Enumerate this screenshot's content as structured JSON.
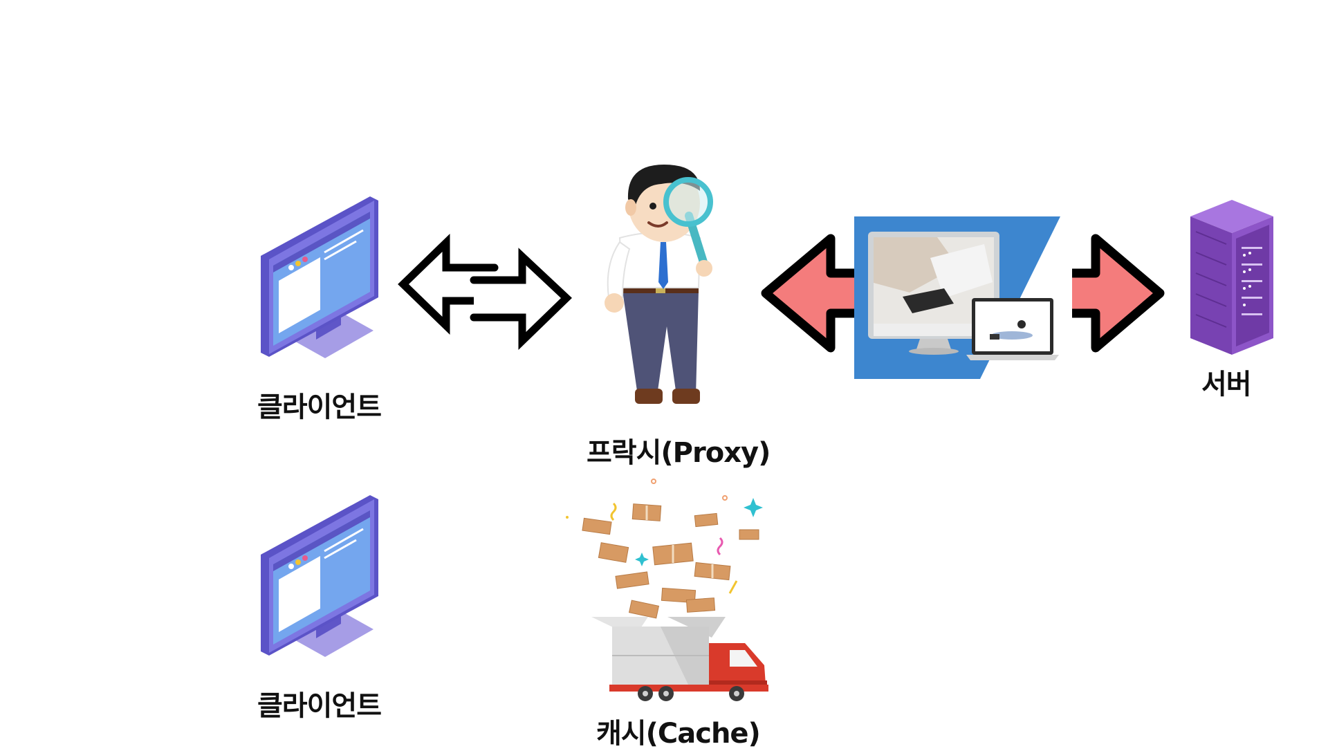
{
  "nodes": {
    "client_top": {
      "label": "클라이언트",
      "icon": "monitor-icon"
    },
    "client_bottom": {
      "label": "클라이언트",
      "icon": "monitor-icon"
    },
    "proxy": {
      "label": "프락시(Proxy)",
      "icon": "businessman-magnifier-icon"
    },
    "server": {
      "label": "서버",
      "icon": "server-rack-icon"
    },
    "cache": {
      "label": "캐시(Cache)",
      "icon": "delivery-truck-boxes-icon"
    },
    "web": {
      "icon": "computers-photo-icon"
    }
  },
  "colors": {
    "monitor_frame": "#7a74e0",
    "monitor_screen": "#72a4ec",
    "server_body": "#8a4fc4",
    "arrow_fill": "#f47c7c",
    "photo_bg": "#3d86cf",
    "truck_red": "#d93a2b"
  }
}
